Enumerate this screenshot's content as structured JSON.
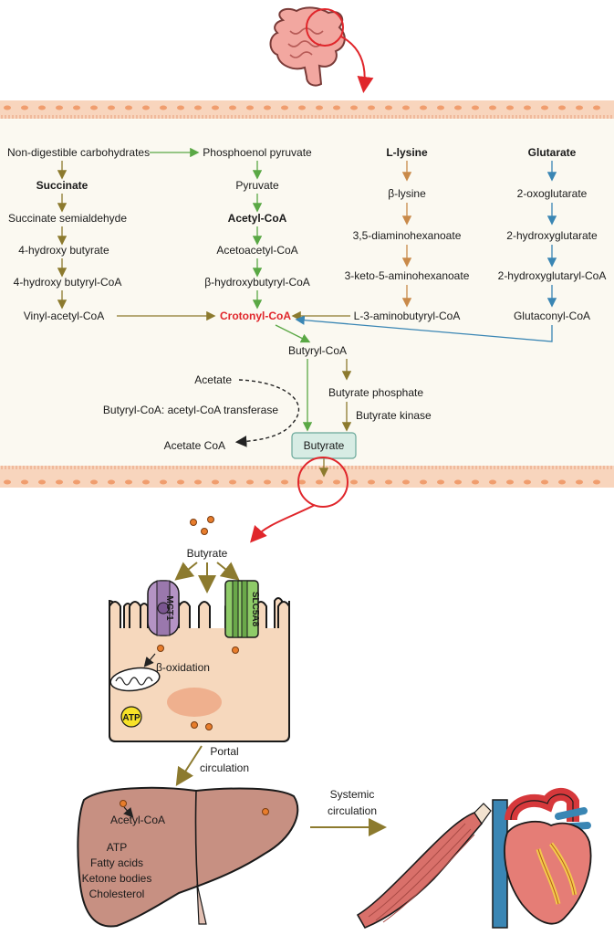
{
  "pathway": {
    "col1": {
      "start": "Non-digestible carbohydrates",
      "succinate": "Succinate",
      "succinate_semialdehyde": "Succinate semialdehyde",
      "hydroxy_butyrate": "4-hydroxy butyrate",
      "hydroxy_butyryl_coa": "4-hydroxy butyryl-CoA",
      "vinyl_acetyl_coa": "Vinyl-acetyl-CoA"
    },
    "col2": {
      "pep": "Phosphoenol pyruvate",
      "pyruvate": "Pyruvate",
      "acetyl_coa": "Acetyl-CoA",
      "acetoacetyl_coa": "Acetoacetyl-CoA",
      "hydroxybutyryl_coa": "β-hydroxybutyryl-CoA",
      "crotonyl_coa": "Crotonyl-CoA"
    },
    "col3": {
      "lysine": "L-lysine",
      "beta_lysine": "β-lysine",
      "diaminohexanoate": "3,5-diaminohexanoate",
      "keto_aminohexanoate": "3-keto-5-aminohexanoate",
      "aminobutyryl_coa": "L-3-aminobutyryl-CoA"
    },
    "col4": {
      "glutarate": "Glutarate",
      "oxoglutarate": "2-oxoglutarate",
      "hydroxyglutarate": "2-hydroxyglutarate",
      "hydroxyglutaryl_coa": "2-hydroxyglutaryl-CoA",
      "glutaconyl_coa": "Glutaconyl-CoA"
    },
    "lower": {
      "butyryl_coa": "Butyryl-CoA",
      "acetate": "Acetate",
      "transferase": "Butyryl-CoA: acetyl-CoA transferase",
      "acetate_coa": "Acetate CoA",
      "butyrate_phosphate": "Butyrate phosphate",
      "butyrate_kinase": "Butyrate kinase",
      "butyrate_box": "Butyrate"
    }
  },
  "cell": {
    "butyrate": "Butyrate",
    "mct1": "MCT1",
    "slc5a8": "SLC5A8",
    "beta_oxidation": "β-oxidation",
    "atp": "ATP"
  },
  "portal": {
    "line1": "Portal",
    "line2": "circulation"
  },
  "liver": {
    "acetyl_coa": "Acetyl-CoA",
    "atp": "ATP",
    "fatty_acids": "Fatty acids",
    "ketone_bodies": "Ketone bodies",
    "cholesterol": "Cholesterol"
  },
  "systemic": {
    "line1": "Systemic",
    "line2": "circulation"
  },
  "colors": {
    "green": "#5aa845",
    "olive": "#8c7a2e",
    "orange": "#c98a4a",
    "blue": "#3a86b4",
    "red": "#e0262b",
    "panel": "#fbf9f1",
    "band": "#f8d5bd",
    "cell": "#f6d8bd",
    "liver": "#c79082"
  }
}
